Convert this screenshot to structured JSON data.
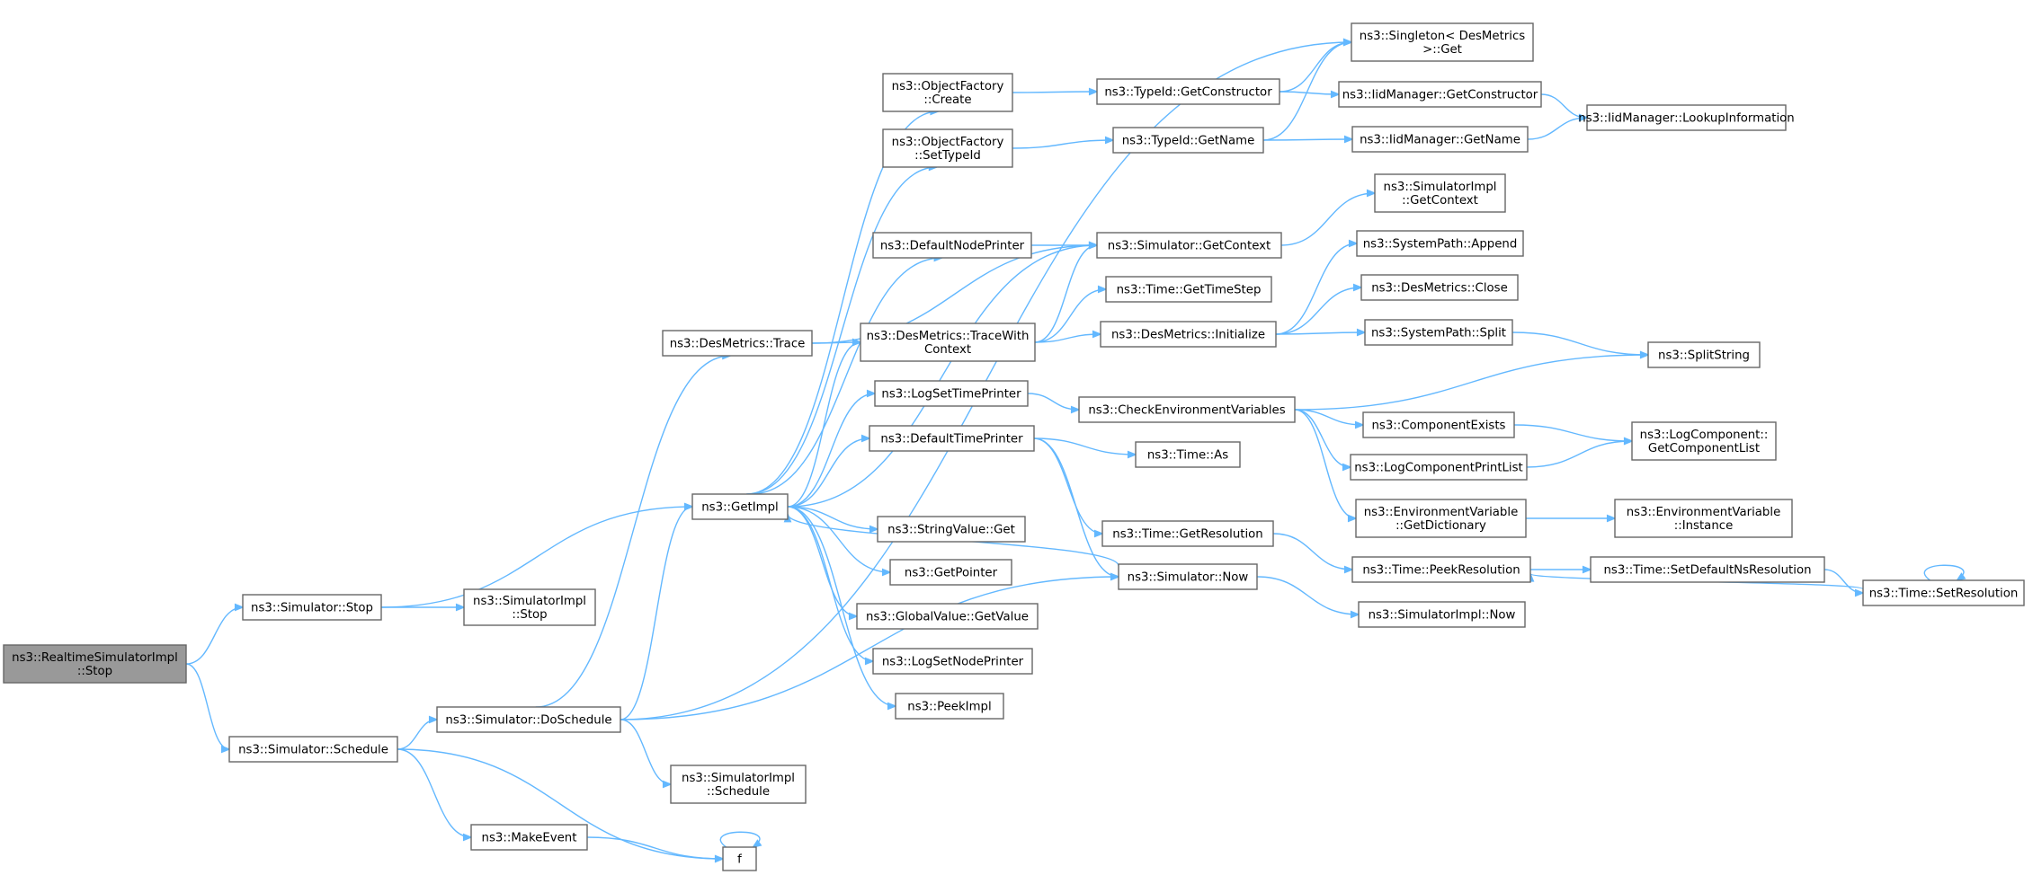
{
  "diagram": {
    "type": "call-graph",
    "colors": {
      "edge": "#63b8ff",
      "node_border": "#666666",
      "root_fill": "#999999",
      "node_fill": "#ffffff"
    },
    "nodes": [
      {
        "id": "n0",
        "lines": [
          "ns3::RealtimeSimulatorImpl",
          "::Stop"
        ],
        "root": true
      },
      {
        "id": "n1",
        "lines": [
          "ns3::Simulator::Stop"
        ]
      },
      {
        "id": "n2",
        "lines": [
          "ns3::Simulator::Schedule"
        ]
      },
      {
        "id": "n3",
        "lines": [
          "ns3::GetImpl"
        ]
      },
      {
        "id": "n4",
        "lines": [
          "ns3::SimulatorImpl",
          "::Stop"
        ]
      },
      {
        "id": "n5",
        "lines": [
          "ns3::Simulator::DoSchedule"
        ]
      },
      {
        "id": "n6",
        "lines": [
          "ns3::MakeEvent"
        ]
      },
      {
        "id": "n7",
        "lines": [
          "f"
        ]
      },
      {
        "id": "n8",
        "lines": [
          "ns3::DesMetrics::Trace"
        ]
      },
      {
        "id": "n9",
        "lines": [
          "ns3::ObjectFactory",
          "::Create"
        ]
      },
      {
        "id": "n10",
        "lines": [
          "ns3::ObjectFactory",
          "::SetTypeId"
        ]
      },
      {
        "id": "n11",
        "lines": [
          "ns3::DefaultNodePrinter"
        ]
      },
      {
        "id": "n12",
        "lines": [
          "ns3::DesMetrics::TraceWith",
          "Context"
        ]
      },
      {
        "id": "n13",
        "lines": [
          "ns3::LogSetTimePrinter"
        ]
      },
      {
        "id": "n14",
        "lines": [
          "ns3::DefaultTimePrinter"
        ]
      },
      {
        "id": "n15",
        "lines": [
          "ns3::StringValue::Get"
        ]
      },
      {
        "id": "n16",
        "lines": [
          "ns3::GetPointer"
        ]
      },
      {
        "id": "n17",
        "lines": [
          "ns3::GlobalValue::GetValue"
        ]
      },
      {
        "id": "n18",
        "lines": [
          "ns3::LogSetNodePrinter"
        ]
      },
      {
        "id": "n19",
        "lines": [
          "ns3::PeekImpl"
        ]
      },
      {
        "id": "n20",
        "lines": [
          "ns3::SimulatorImpl",
          "::Schedule"
        ]
      },
      {
        "id": "n21",
        "lines": [
          "ns3::TypeId::GetConstructor"
        ]
      },
      {
        "id": "n22",
        "lines": [
          "ns3::TypeId::GetName"
        ]
      },
      {
        "id": "n23",
        "lines": [
          "ns3::Simulator::GetContext"
        ]
      },
      {
        "id": "n24",
        "lines": [
          "ns3::Time::GetTimeStep"
        ]
      },
      {
        "id": "n25",
        "lines": [
          "ns3::DesMetrics::Initialize"
        ]
      },
      {
        "id": "n26",
        "lines": [
          "ns3::CheckEnvironmentVariables"
        ]
      },
      {
        "id": "n27",
        "lines": [
          "ns3::Time::As"
        ]
      },
      {
        "id": "n28",
        "lines": [
          "ns3::Time::GetResolution"
        ]
      },
      {
        "id": "n29",
        "lines": [
          "ns3::Simulator::Now"
        ]
      },
      {
        "id": "n30",
        "lines": [
          "ns3::Singleton< DesMetrics",
          " >::Get"
        ]
      },
      {
        "id": "n31",
        "lines": [
          "ns3::IidManager::GetConstructor"
        ]
      },
      {
        "id": "n32",
        "lines": [
          "ns3::IidManager::GetName"
        ]
      },
      {
        "id": "n33",
        "lines": [
          "ns3::SimulatorImpl",
          "::GetContext"
        ]
      },
      {
        "id": "n34",
        "lines": [
          "ns3::SystemPath::Append"
        ]
      },
      {
        "id": "n35",
        "lines": [
          "ns3::DesMetrics::Close"
        ]
      },
      {
        "id": "n36",
        "lines": [
          "ns3::SystemPath::Split"
        ]
      },
      {
        "id": "n37",
        "lines": [
          "ns3::ComponentExists"
        ]
      },
      {
        "id": "n38",
        "lines": [
          "ns3::LogComponentPrintList"
        ]
      },
      {
        "id": "n39",
        "lines": [
          "ns3::EnvironmentVariable",
          "::GetDictionary"
        ]
      },
      {
        "id": "n40",
        "lines": [
          "ns3::Time::PeekResolution"
        ]
      },
      {
        "id": "n41",
        "lines": [
          "ns3::SimulatorImpl::Now"
        ]
      },
      {
        "id": "n42",
        "lines": [
          "ns3::IidManager::LookupInformation"
        ]
      },
      {
        "id": "n43",
        "lines": [
          "ns3::SplitString"
        ]
      },
      {
        "id": "n44",
        "lines": [
          "ns3::LogComponent::",
          "GetComponentList"
        ]
      },
      {
        "id": "n45",
        "lines": [
          "ns3::EnvironmentVariable",
          "::Instance"
        ]
      },
      {
        "id": "n46",
        "lines": [
          "ns3::Time::SetDefaultNsResolution"
        ]
      },
      {
        "id": "n47",
        "lines": [
          "ns3::Time::SetResolution"
        ]
      }
    ],
    "edges": [
      [
        "n0",
        "n1"
      ],
      [
        "n0",
        "n2"
      ],
      [
        "n1",
        "n3"
      ],
      [
        "n1",
        "n4"
      ],
      [
        "n2",
        "n5"
      ],
      [
        "n2",
        "n6"
      ],
      [
        "n2",
        "n7"
      ],
      [
        "n6",
        "n7"
      ],
      [
        "n7",
        "n7"
      ],
      [
        "n5",
        "n8"
      ],
      [
        "n5",
        "n3"
      ],
      [
        "n5",
        "n30"
      ],
      [
        "n5",
        "n20"
      ],
      [
        "n5",
        "n29"
      ],
      [
        "n8",
        "n12"
      ],
      [
        "n8",
        "n23"
      ],
      [
        "n3",
        "n9"
      ],
      [
        "n3",
        "n10"
      ],
      [
        "n3",
        "n11"
      ],
      [
        "n3",
        "n23"
      ],
      [
        "n3",
        "n12"
      ],
      [
        "n3",
        "n13"
      ],
      [
        "n3",
        "n14"
      ],
      [
        "n3",
        "n15"
      ],
      [
        "n3",
        "n16"
      ],
      [
        "n3",
        "n17"
      ],
      [
        "n3",
        "n18"
      ],
      [
        "n3",
        "n19"
      ],
      [
        "n9",
        "n21"
      ],
      [
        "n10",
        "n22"
      ],
      [
        "n11",
        "n23"
      ],
      [
        "n12",
        "n23"
      ],
      [
        "n12",
        "n24"
      ],
      [
        "n12",
        "n25"
      ],
      [
        "n13",
        "n26"
      ],
      [
        "n14",
        "n27"
      ],
      [
        "n14",
        "n28"
      ],
      [
        "n14",
        "n29"
      ],
      [
        "n21",
        "n30"
      ],
      [
        "n21",
        "n31"
      ],
      [
        "n22",
        "n30"
      ],
      [
        "n22",
        "n32"
      ],
      [
        "n23",
        "n33"
      ],
      [
        "n25",
        "n34"
      ],
      [
        "n25",
        "n35"
      ],
      [
        "n25",
        "n36"
      ],
      [
        "n26",
        "n43"
      ],
      [
        "n26",
        "n37"
      ],
      [
        "n26",
        "n38"
      ],
      [
        "n26",
        "n39"
      ],
      [
        "n28",
        "n40"
      ],
      [
        "n29",
        "n3"
      ],
      [
        "n29",
        "n41"
      ],
      [
        "n31",
        "n42"
      ],
      [
        "n32",
        "n42"
      ],
      [
        "n36",
        "n43"
      ],
      [
        "n37",
        "n44"
      ],
      [
        "n38",
        "n44"
      ],
      [
        "n39",
        "n45"
      ],
      [
        "n40",
        "n46"
      ],
      [
        "n46",
        "n47"
      ],
      [
        "n47",
        "n40"
      ],
      [
        "n47",
        "n47"
      ]
    ]
  }
}
